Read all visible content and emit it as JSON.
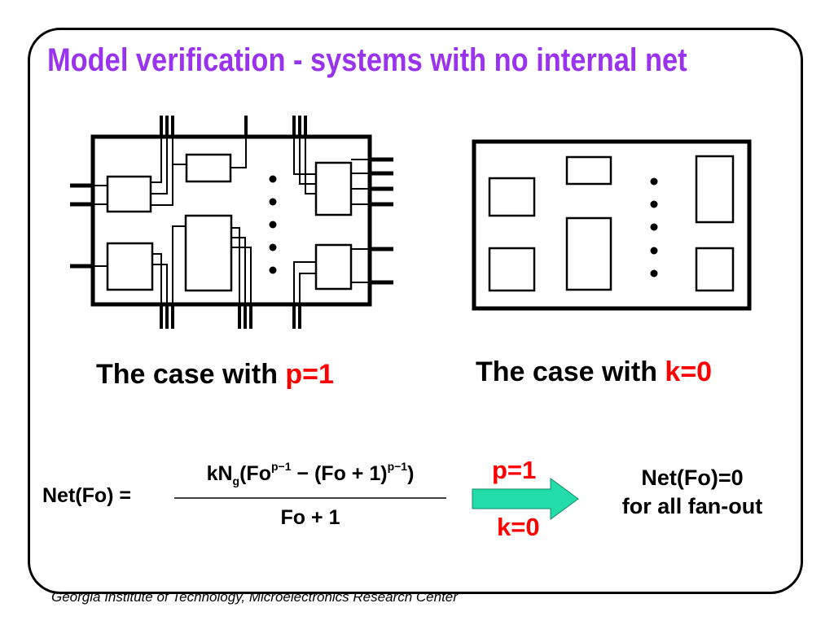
{
  "slide": {
    "title": "Model verification - systems with no internal net",
    "footer": "Georgia Institute of Technology, Microelectronics Research Center"
  },
  "captions": {
    "left_prefix": "The case with ",
    "left_value": "p=1",
    "right_prefix": "The case with ",
    "right_value": "k=0"
  },
  "equation": {
    "lhs": "Net(Fo) =",
    "num_kn": "kN",
    "num_g": "g",
    "num_fo": "(Fo",
    "num_exp1": "p−1",
    "num_mid": " − (Fo + 1)",
    "num_exp2": "p−1",
    "num_close": ")",
    "denominator": "Fo + 1"
  },
  "arrow": {
    "top_label": "p=1",
    "bottom_label": "k=0",
    "color": "#22ddaa"
  },
  "result": {
    "line1": "Net(Fo)=0",
    "line2": "for all fan-out"
  },
  "colors": {
    "title": "#9933ee",
    "highlight": "#ff0000",
    "arrow": "#22ddaa"
  }
}
